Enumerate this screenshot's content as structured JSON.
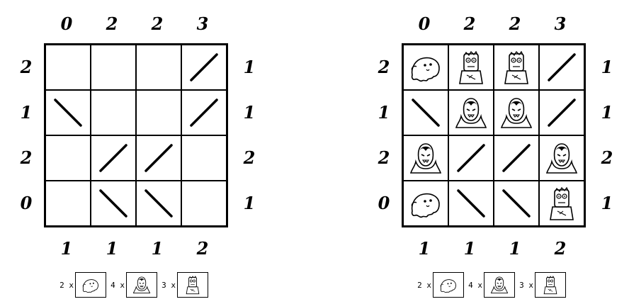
{
  "left_puzzle": {
    "top_clues": [
      "0",
      "2",
      "2",
      "3"
    ],
    "left_clues": [
      "2",
      "1",
      "2",
      "0"
    ],
    "right_clues": [
      "1",
      "1",
      "2",
      "1"
    ],
    "bottom_clues": [
      "1",
      "1",
      "1",
      "2"
    ],
    "grid": [
      [
        "",
        "",
        "",
        "/"
      ],
      [
        "\\",
        "",
        "",
        "/"
      ],
      [
        "",
        "/",
        "/",
        ""
      ],
      [
        "",
        "\\",
        "\\",
        ""
      ]
    ],
    "legend": [
      {
        "count": "2 x",
        "monster": "ghost-icon"
      },
      {
        "count": "4 x",
        "monster": "vampire-icon"
      },
      {
        "count": "3 x",
        "monster": "zombie-icon"
      }
    ]
  },
  "right_puzzle": {
    "top_clues": [
      "0",
      "2",
      "2",
      "3"
    ],
    "left_clues": [
      "2",
      "1",
      "2",
      "0"
    ],
    "right_clues": [
      "1",
      "1",
      "2",
      "1"
    ],
    "bottom_clues": [
      "1",
      "1",
      "1",
      "2"
    ],
    "grid": [
      [
        "ghost",
        "zombie",
        "zombie",
        "/"
      ],
      [
        "\\",
        "vampire",
        "vampire",
        "/"
      ],
      [
        "vampire",
        "/",
        "/",
        "vampire"
      ],
      [
        "ghost",
        "\\",
        "\\",
        "zombie"
      ]
    ],
    "legend": [
      {
        "count": "2 x",
        "monster": "ghost-icon"
      },
      {
        "count": "4 x",
        "monster": "vampire-icon"
      },
      {
        "count": "3 x",
        "monster": "zombie-icon"
      }
    ]
  }
}
